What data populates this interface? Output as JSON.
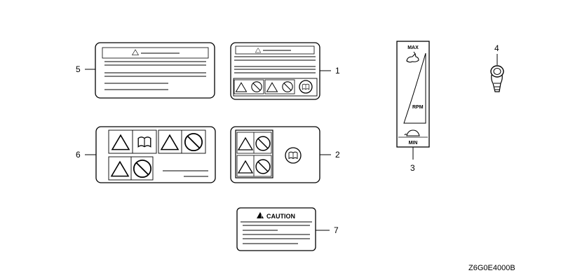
{
  "diagram": {
    "callouts": [
      "1",
      "2",
      "3",
      "4",
      "5",
      "6",
      "7"
    ],
    "caution_text": "CAUTION",
    "throttle": {
      "max": "MAX",
      "rpm": "RPM",
      "min": "MIN"
    },
    "part_code": "Z6G0E4000B"
  }
}
